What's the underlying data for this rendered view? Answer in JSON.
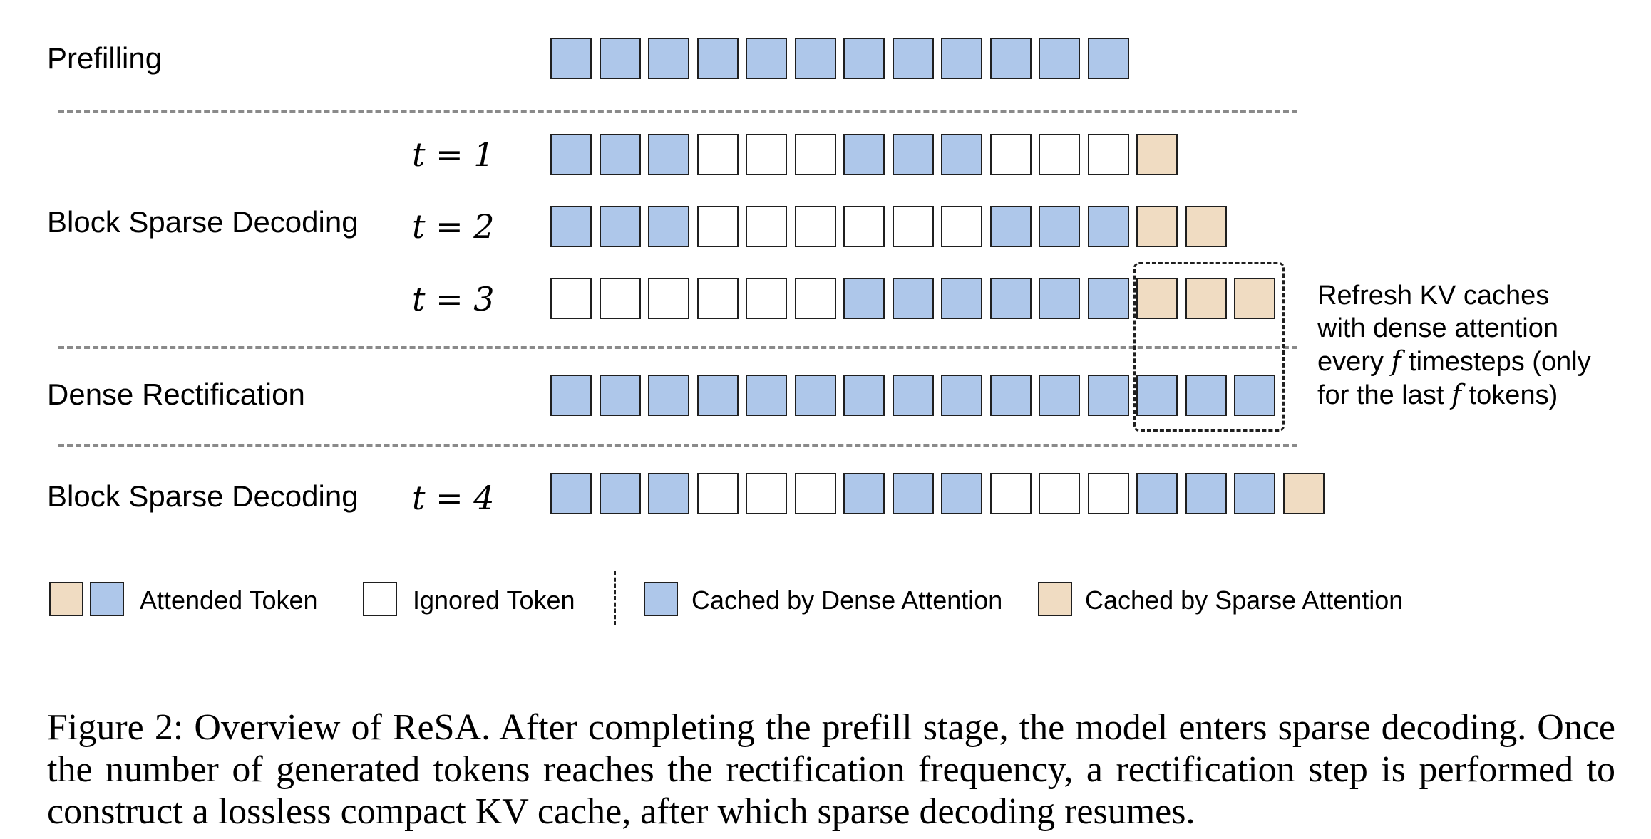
{
  "rows": {
    "prefill": {
      "label": "Prefilling",
      "tokens": [
        "blue",
        "blue",
        "blue",
        "blue",
        "blue",
        "blue",
        "blue",
        "blue",
        "blue",
        "blue",
        "blue",
        "blue"
      ]
    },
    "sparse1": {
      "label": "Block Sparse Decoding",
      "steps": [
        {
          "t_label": "t = 1",
          "tokens": [
            "blue",
            "blue",
            "blue",
            "white",
            "white",
            "white",
            "blue",
            "blue",
            "blue",
            "white",
            "white",
            "white",
            "tan"
          ]
        },
        {
          "t_label": "t = 2",
          "tokens": [
            "blue",
            "blue",
            "blue",
            "white",
            "white",
            "white",
            "white",
            "white",
            "white",
            "blue",
            "blue",
            "blue",
            "tan",
            "tan"
          ]
        },
        {
          "t_label": "t = 3",
          "tokens": [
            "white",
            "white",
            "white",
            "white",
            "white",
            "white",
            "blue",
            "blue",
            "blue",
            "blue",
            "blue",
            "blue",
            "tan",
            "tan",
            "tan"
          ]
        }
      ]
    },
    "dense": {
      "label": "Dense Rectification",
      "tokens": [
        "blue",
        "blue",
        "blue",
        "blue",
        "blue",
        "blue",
        "blue",
        "blue",
        "blue",
        "blue",
        "blue",
        "blue",
        "blue",
        "blue",
        "blue"
      ]
    },
    "sparse2": {
      "label": "Block Sparse Decoding",
      "t_label": "t = 4",
      "tokens": [
        "blue",
        "blue",
        "blue",
        "white",
        "white",
        "white",
        "blue",
        "blue",
        "blue",
        "white",
        "white",
        "white",
        "blue",
        "blue",
        "blue",
        "tan"
      ]
    }
  },
  "annotation": {
    "line1": "Refresh KV caches",
    "line2": "with dense attention",
    "line3_pre": "every ",
    "line3_var": "f",
    "line3_post": " timesteps (only",
    "line4_pre": "for the last ",
    "line4_var": "f",
    "line4_post": " tokens)"
  },
  "legend": {
    "attended": "Attended Token",
    "ignored": "Ignored Token",
    "dense_cached": "Cached by Dense Attention",
    "sparse_cached": "Cached by Sparse Attention"
  },
  "colors": {
    "blue": "#aec7ea",
    "tan": "#f0dcc2",
    "white": "#ffffff",
    "dash": "#8a8a8a"
  },
  "caption": "Figure 2: Overview of ReSA. After completing the prefill stage, the model enters sparse decoding. Once the number of generated tokens reaches the rectification frequency, a rectification step is performed to construct a lossless compact KV cache, after which sparse decoding resumes."
}
